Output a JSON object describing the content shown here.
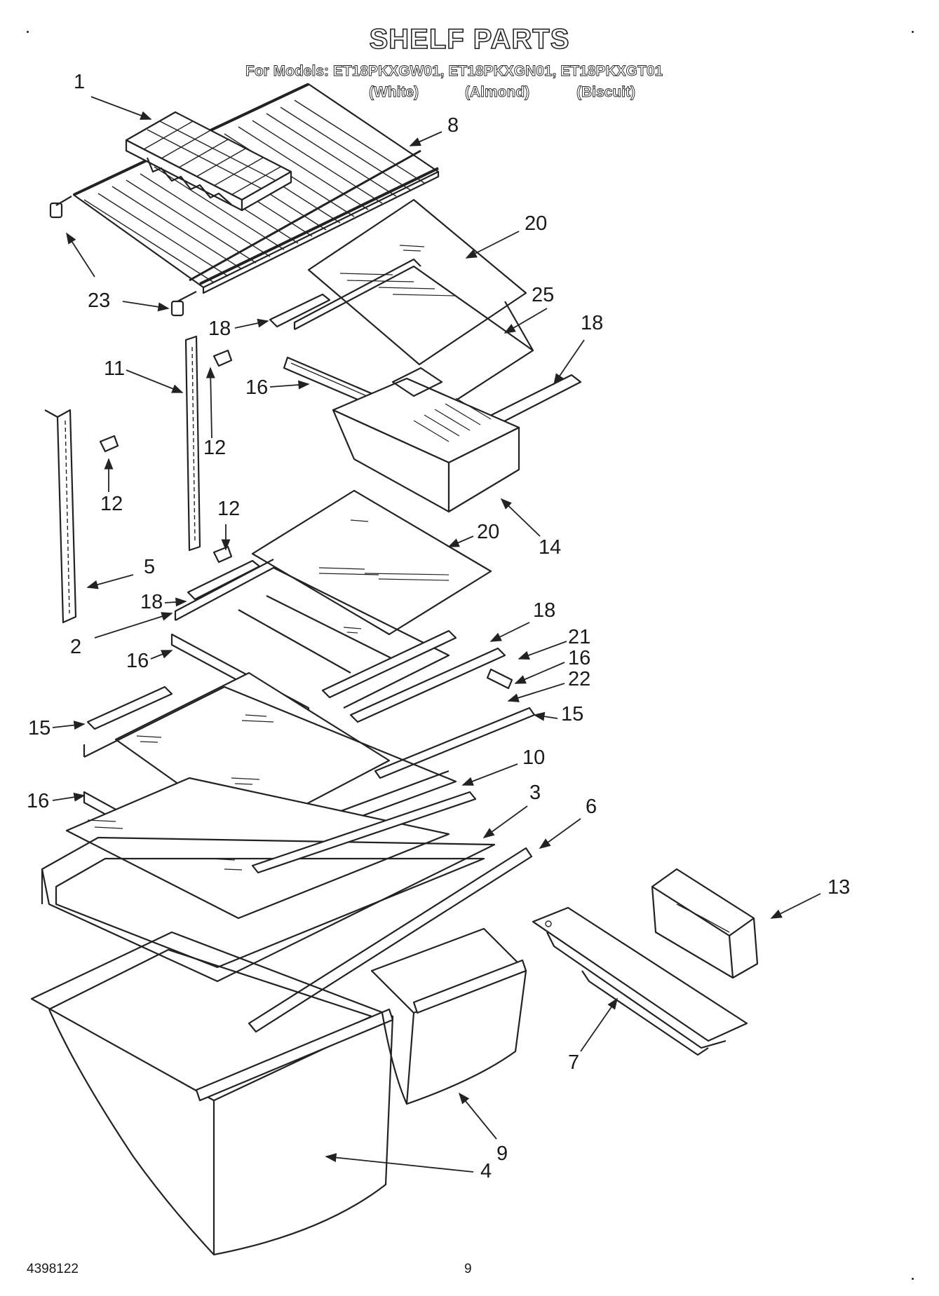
{
  "header": {
    "title": "SHELF PARTS",
    "models_line": "For Models: ET18PKXGW01, ET18PKXGN01, ET18PKXGT01",
    "colors": [
      "(White)",
      "(Almond)",
      "(Biscuit)"
    ]
  },
  "footer": {
    "doc_number": "4398122",
    "page_number": "9"
  },
  "callouts": [
    {
      "id": "c1",
      "text": "1"
    },
    {
      "id": "c8",
      "text": "8"
    },
    {
      "id": "c20a",
      "text": "20"
    },
    {
      "id": "c23",
      "text": "23"
    },
    {
      "id": "c25",
      "text": "25"
    },
    {
      "id": "c18a",
      "text": "18"
    },
    {
      "id": "c18b",
      "text": "18"
    },
    {
      "id": "c11",
      "text": "11"
    },
    {
      "id": "c16a",
      "text": "16"
    },
    {
      "id": "c12a",
      "text": "12"
    },
    {
      "id": "c12b",
      "text": "12"
    },
    {
      "id": "c12c",
      "text": "12"
    },
    {
      "id": "c14",
      "text": "14"
    },
    {
      "id": "c20b",
      "text": "20"
    },
    {
      "id": "c5",
      "text": "5"
    },
    {
      "id": "c18c",
      "text": "18"
    },
    {
      "id": "c18d",
      "text": "18"
    },
    {
      "id": "c2",
      "text": "2"
    },
    {
      "id": "c16b",
      "text": "16"
    },
    {
      "id": "c21",
      "text": "21"
    },
    {
      "id": "c16c",
      "text": "16"
    },
    {
      "id": "c22",
      "text": "22"
    },
    {
      "id": "c15a",
      "text": "15"
    },
    {
      "id": "c15b",
      "text": "15"
    },
    {
      "id": "c10",
      "text": "10"
    },
    {
      "id": "c16d",
      "text": "16"
    },
    {
      "id": "c3",
      "text": "3"
    },
    {
      "id": "c6",
      "text": "6"
    },
    {
      "id": "c13",
      "text": "13"
    },
    {
      "id": "c7",
      "text": "7"
    },
    {
      "id": "c9",
      "text": "9"
    },
    {
      "id": "c4",
      "text": "4"
    }
  ]
}
